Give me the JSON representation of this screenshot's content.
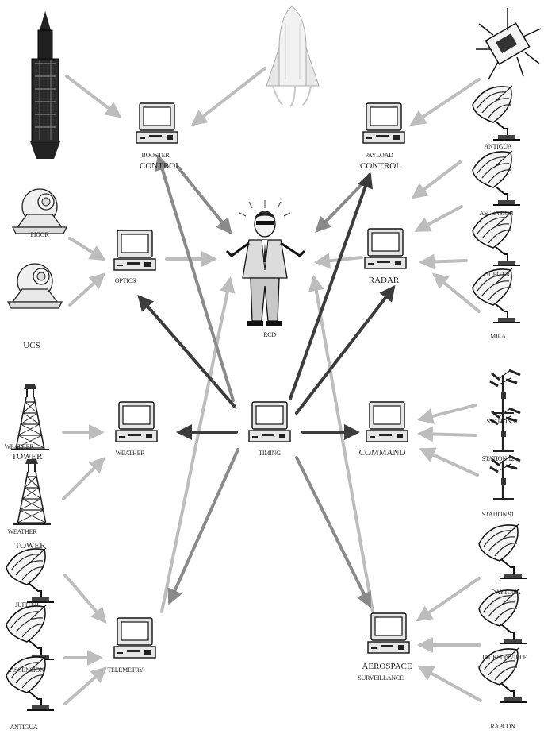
{
  "nodes": {
    "booster_control": {
      "line1": "BOOSTER",
      "line2": "CONTROL"
    },
    "payload_control": {
      "line1": "PAYLOAD",
      "line2": "CONTROL"
    },
    "rcd": {
      "label": "RCD"
    },
    "optics": {
      "label": "OPTICS"
    },
    "radar": {
      "label": "RADAR"
    },
    "weather": {
      "label": "WEATHER"
    },
    "timing": {
      "label": "TIMING"
    },
    "command": {
      "label": "COMMAND"
    },
    "telemetry": {
      "label": "TELEMETRY"
    },
    "aerospace": {
      "line1": "AEROSPACE",
      "line2": "SURVEILLANCE"
    }
  },
  "sources": {
    "cameras": [
      "PIGOR",
      "UCS"
    ],
    "weather_towers": [
      {
        "line1": "WEATHER",
        "line2": "TOWER"
      },
      {
        "line1": "WEATHER",
        "line2": "TOWER"
      }
    ],
    "telemetry_dishes": [
      "JUPITER",
      "ASCENSION",
      "ANTIGUA"
    ],
    "radar_dishes": [
      "ANTIGUA",
      "ASCENSION",
      "JUPITER",
      "MILA"
    ],
    "command_stations": [
      "STATION 1",
      "STATION 12",
      "STATION 91"
    ],
    "aerospace_dishes": [
      "DAYTONA",
      "JACKSONVILLE",
      "RAPCON"
    ]
  },
  "colors": {
    "arrow_light": "#bdbdbd",
    "arrow_medium": "#8a8a8a",
    "arrow_dark": "#3c3c3c"
  },
  "icons": {
    "computer": "computer-icon",
    "rocket": "rocket-icon",
    "shuttle": "space-shuttle-icon",
    "satellite": "satellite-icon",
    "dish": "satellite-dish-icon",
    "camera": "tracking-camera-icon",
    "tower": "weather-tower-icon",
    "antenna": "antenna-station-icon",
    "person": "range-control-director-icon"
  }
}
